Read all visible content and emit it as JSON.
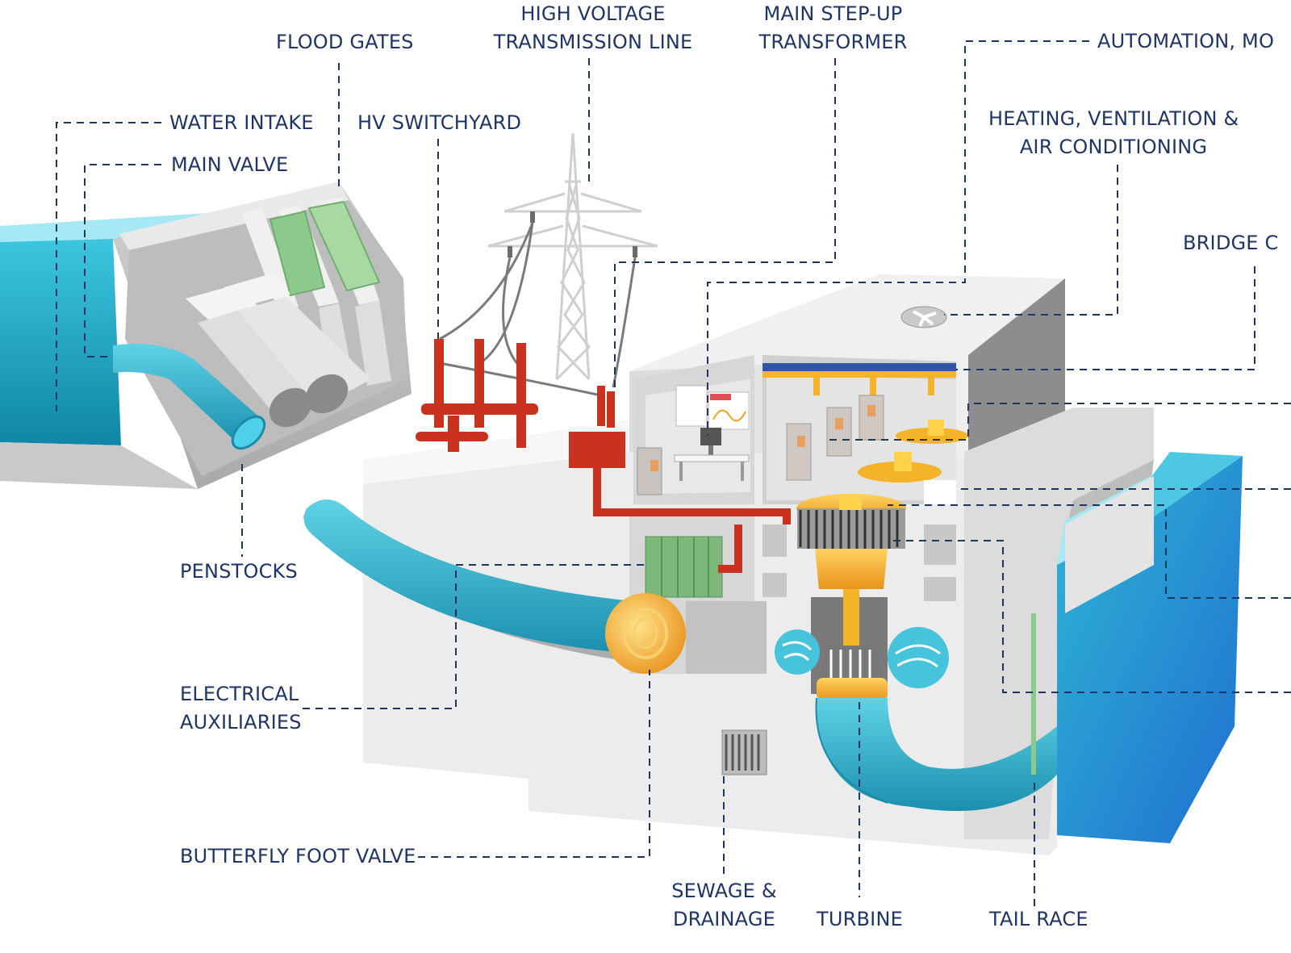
{
  "labels": {
    "flood_gates": "FLOOD GATES",
    "hv_line": [
      "HIGH VOLTAGE",
      "TRANSMISSION LINE"
    ],
    "step_up": [
      "MAIN STEP-UP",
      "TRANSFORMER"
    ],
    "automation": "AUTOMATION, MO",
    "water_intake": "WATER INTAKE",
    "main_valve": "MAIN VALVE",
    "hv_switchyard": "HV SWITCHYARD",
    "hvac": [
      "HEATING, VENTILATION &",
      "AIR CONDITIONING"
    ],
    "bridge": "BRIDGE C",
    "penstocks": "PENSTOCKS",
    "electrical_aux": [
      "ELECTRICAL",
      "AUXILIARIES"
    ],
    "butterfly": "BUTTERFLY FOOT VALVE",
    "sewage": [
      "SEWAGE &",
      "DRAINAGE"
    ],
    "turbine": "TURBINE",
    "tail_race": "TAIL RACE"
  },
  "colors": {
    "label_text": "#1f3566",
    "leader_line": "#1f3566",
    "water": "#29a9c9",
    "building": "#e6e6e6",
    "generator": "#f5a623",
    "switchgear": "#c8321e",
    "gate": "#8cc98c"
  }
}
